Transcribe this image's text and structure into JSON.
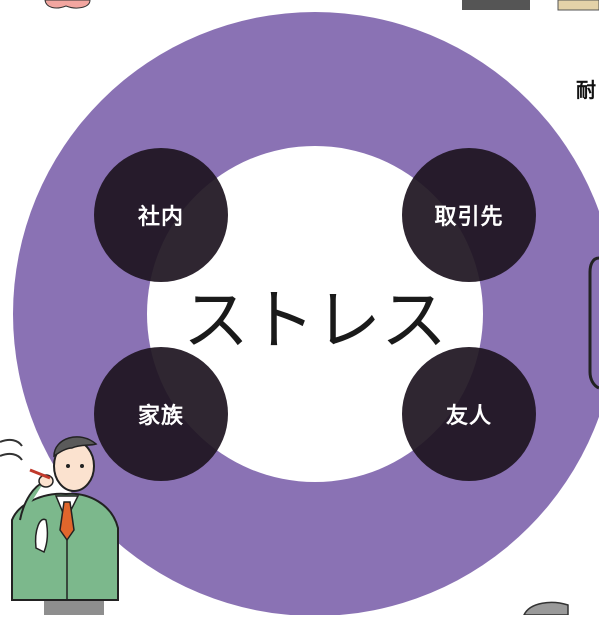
{
  "diagram": {
    "center_label": "ストレス",
    "nodes": [
      {
        "label": "社内"
      },
      {
        "label": "取引先"
      },
      {
        "label": "家族"
      },
      {
        "label": "友人"
      }
    ]
  },
  "side_text": "耐",
  "colors": {
    "ring": "#8a72b4",
    "inner": "#ffffff",
    "node": "#1d1420",
    "jacket": "#7cb88c",
    "tie": "#e0662c"
  },
  "icons": {
    "person": "smoking-man-illustration",
    "top_left": "peach-shape-icon",
    "top_right": "box-icons"
  }
}
